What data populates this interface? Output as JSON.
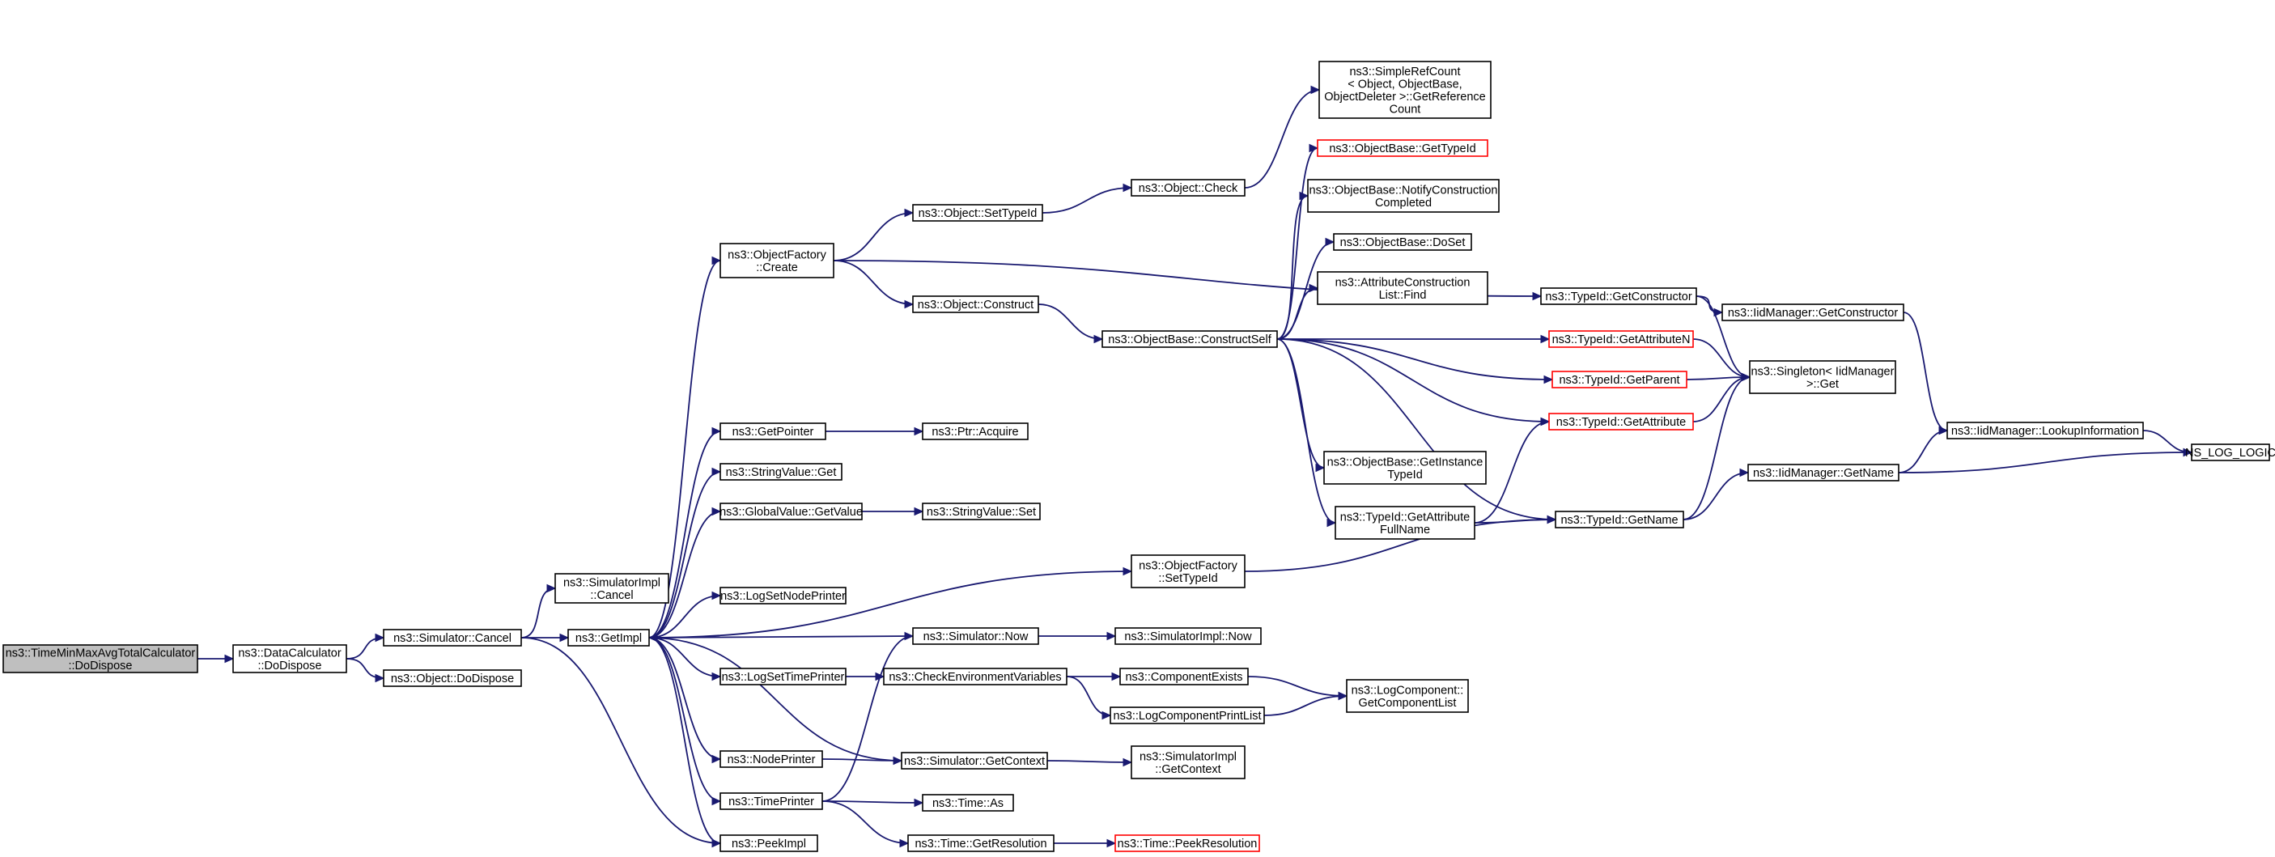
{
  "colors": {
    "edge": "#191970",
    "normal_border": "#000000",
    "link_border": "#ff0000",
    "root_fill": "#bfbfbf",
    "fill": "#ffffff"
  },
  "nodes": [
    {
      "id": "root",
      "lines": [
        "ns3::TimeMinMaxAvgTotalCalculator",
        "::DoDispose"
      ],
      "style": "root"
    },
    {
      "id": "dc_dodispose",
      "lines": [
        "ns3::DataCalculator",
        "::DoDispose"
      ],
      "style": "normal"
    },
    {
      "id": "sim_cancel",
      "lines": [
        "ns3::Simulator::Cancel"
      ],
      "style": "normal"
    },
    {
      "id": "obj_dodispose",
      "lines": [
        "ns3::Object::DoDispose"
      ],
      "style": "normal"
    },
    {
      "id": "simimpl_cancel",
      "lines": [
        "ns3::SimulatorImpl",
        "::Cancel"
      ],
      "style": "normal"
    },
    {
      "id": "getimpl",
      "lines": [
        "ns3::GetImpl"
      ],
      "style": "normal"
    },
    {
      "id": "peekimpl",
      "lines": [
        "ns3::PeekImpl"
      ],
      "style": "normal"
    },
    {
      "id": "of_create",
      "lines": [
        "ns3::ObjectFactory",
        "::Create"
      ],
      "style": "normal"
    },
    {
      "id": "getpointer",
      "lines": [
        "ns3::GetPointer"
      ],
      "style": "normal"
    },
    {
      "id": "strval_get",
      "lines": [
        "ns3::StringValue::Get"
      ],
      "style": "normal"
    },
    {
      "id": "gv_getvalue",
      "lines": [
        "ns3::GlobalValue::GetValue"
      ],
      "style": "normal"
    },
    {
      "id": "logsetnodeprinter",
      "lines": [
        "ns3::LogSetNodePrinter"
      ],
      "style": "normal"
    },
    {
      "id": "logsettimeprinter",
      "lines": [
        "ns3::LogSetTimePrinter"
      ],
      "style": "normal"
    },
    {
      "id": "nodeprinter",
      "lines": [
        "ns3::NodePrinter"
      ],
      "style": "normal"
    },
    {
      "id": "timeprinter",
      "lines": [
        "ns3::TimePrinter"
      ],
      "style": "normal"
    },
    {
      "id": "obj_settypeid",
      "lines": [
        "ns3::Object::SetTypeId"
      ],
      "style": "normal"
    },
    {
      "id": "obj_construct",
      "lines": [
        "ns3::Object::Construct"
      ],
      "style": "normal"
    },
    {
      "id": "ptr_acquire",
      "lines": [
        "ns3::Ptr::Acquire"
      ],
      "style": "normal"
    },
    {
      "id": "strval_set",
      "lines": [
        "ns3::StringValue::Set"
      ],
      "style": "normal"
    },
    {
      "id": "sim_now",
      "lines": [
        "ns3::Simulator::Now"
      ],
      "style": "normal"
    },
    {
      "id": "checkenv",
      "lines": [
        "ns3::CheckEnvironmentVariables"
      ],
      "style": "normal"
    },
    {
      "id": "sim_getcontext",
      "lines": [
        "ns3::Simulator::GetContext"
      ],
      "style": "normal"
    },
    {
      "id": "time_as",
      "lines": [
        "ns3::Time::As"
      ],
      "style": "normal"
    },
    {
      "id": "time_getresolution",
      "lines": [
        "ns3::Time::GetResolution"
      ],
      "style": "normal"
    },
    {
      "id": "obj_check",
      "lines": [
        "ns3::Object::Check"
      ],
      "style": "normal"
    },
    {
      "id": "of_settypeid",
      "lines": [
        "ns3::ObjectFactory",
        "::SetTypeId"
      ],
      "style": "normal"
    },
    {
      "id": "simimpl_now",
      "lines": [
        "ns3::SimulatorImpl::Now"
      ],
      "style": "normal"
    },
    {
      "id": "comp_exists",
      "lines": [
        "ns3::ComponentExists"
      ],
      "style": "normal"
    },
    {
      "id": "logcomp_printlist",
      "lines": [
        "ns3::LogComponentPrintList"
      ],
      "style": "normal"
    },
    {
      "id": "simimpl_getcontext",
      "lines": [
        "ns3::SimulatorImpl",
        "::GetContext"
      ],
      "style": "normal"
    },
    {
      "id": "time_peekresolution",
      "lines": [
        "ns3::Time::PeekResolution"
      ],
      "style": "link"
    },
    {
      "id": "simplerefcount",
      "lines": [
        "ns3::SimpleRefCount",
        "< Object, ObjectBase,",
        "ObjectDeleter >::GetReference",
        "Count"
      ],
      "style": "normal"
    },
    {
      "id": "ob_gettypeid",
      "lines": [
        "ns3::ObjectBase::GetTypeId"
      ],
      "style": "link"
    },
    {
      "id": "ob_notifyconstruction",
      "lines": [
        "ns3::ObjectBase::NotifyConstruction",
        "Completed"
      ],
      "style": "normal"
    },
    {
      "id": "ob_doset",
      "lines": [
        "ns3::ObjectBase::DoSet"
      ],
      "style": "normal"
    },
    {
      "id": "attrconstr_find",
      "lines": [
        "ns3::AttributeConstruction",
        "List::Find"
      ],
      "style": "normal"
    },
    {
      "id": "ob_constructself",
      "lines": [
        "ns3::ObjectBase::ConstructSelf"
      ],
      "style": "normal"
    },
    {
      "id": "ob_getinstancetypeid",
      "lines": [
        "ns3::ObjectBase::GetInstance",
        "TypeId"
      ],
      "style": "normal"
    },
    {
      "id": "tid_getattrfullname",
      "lines": [
        "ns3::TypeId::GetAttribute",
        "FullName"
      ],
      "style": "normal"
    },
    {
      "id": "logcomp_getlist",
      "lines": [
        "ns3::LogComponent::",
        "GetComponentList"
      ],
      "style": "normal"
    },
    {
      "id": "tid_getconstructor",
      "lines": [
        "ns3::TypeId::GetConstructor"
      ],
      "style": "normal"
    },
    {
      "id": "tid_getattributen",
      "lines": [
        "ns3::TypeId::GetAttributeN"
      ],
      "style": "link"
    },
    {
      "id": "tid_getparent",
      "lines": [
        "ns3::TypeId::GetParent"
      ],
      "style": "link"
    },
    {
      "id": "tid_getattribute",
      "lines": [
        "ns3::TypeId::GetAttribute"
      ],
      "style": "link"
    },
    {
      "id": "tid_getname",
      "lines": [
        "ns3::TypeId::GetName"
      ],
      "style": "normal"
    },
    {
      "id": "iid_getconstructor",
      "lines": [
        "ns3::IidManager::GetConstructor"
      ],
      "style": "normal"
    },
    {
      "id": "singleton_get",
      "lines": [
        "ns3::Singleton< IidManager",
        " >::Get"
      ],
      "style": "normal"
    },
    {
      "id": "iid_getname",
      "lines": [
        "ns3::IidManager::GetName"
      ],
      "style": "normal"
    },
    {
      "id": "iid_lookupinfo",
      "lines": [
        "ns3::IidManager::LookupInformation"
      ],
      "style": "normal"
    },
    {
      "id": "ns_log_logic",
      "lines": [
        "NS_LOG_LOGIC"
      ],
      "style": "normal"
    }
  ],
  "edges": [
    [
      "root",
      "dc_dodispose"
    ],
    [
      "dc_dodispose",
      "sim_cancel"
    ],
    [
      "dc_dodispose",
      "obj_dodispose"
    ],
    [
      "sim_cancel",
      "simimpl_cancel"
    ],
    [
      "sim_cancel",
      "getimpl"
    ],
    [
      "sim_cancel",
      "peekimpl"
    ],
    [
      "getimpl",
      "of_create"
    ],
    [
      "getimpl",
      "getpointer"
    ],
    [
      "getimpl",
      "strval_get"
    ],
    [
      "getimpl",
      "gv_getvalue"
    ],
    [
      "getimpl",
      "of_settypeid"
    ],
    [
      "getimpl",
      "logsetnodeprinter"
    ],
    [
      "getimpl",
      "logsettimeprinter"
    ],
    [
      "getimpl",
      "nodeprinter"
    ],
    [
      "getimpl",
      "timeprinter"
    ],
    [
      "getimpl",
      "peekimpl"
    ],
    [
      "sim_now",
      "getimpl"
    ],
    [
      "sim_getcontext",
      "getimpl"
    ],
    [
      "of_create",
      "obj_settypeid"
    ],
    [
      "of_create",
      "obj_construct"
    ],
    [
      "of_create",
      "tid_getconstructor"
    ],
    [
      "obj_settypeid",
      "obj_check"
    ],
    [
      "obj_check",
      "simplerefcount"
    ],
    [
      "obj_construct",
      "ob_constructself"
    ],
    [
      "getpointer",
      "ptr_acquire"
    ],
    [
      "gv_getvalue",
      "strval_set"
    ],
    [
      "of_settypeid",
      "tid_getname"
    ],
    [
      "logsettimeprinter",
      "checkenv"
    ],
    [
      "nodeprinter",
      "sim_getcontext"
    ],
    [
      "timeprinter",
      "sim_now"
    ],
    [
      "timeprinter",
      "time_as"
    ],
    [
      "timeprinter",
      "time_getresolution"
    ],
    [
      "sim_now",
      "simimpl_now"
    ],
    [
      "checkenv",
      "comp_exists"
    ],
    [
      "checkenv",
      "logcomp_printlist"
    ],
    [
      "sim_getcontext",
      "simimpl_getcontext"
    ],
    [
      "time_getresolution",
      "time_peekresolution"
    ],
    [
      "comp_exists",
      "logcomp_getlist"
    ],
    [
      "logcomp_printlist",
      "logcomp_getlist"
    ],
    [
      "ob_constructself",
      "ob_gettypeid"
    ],
    [
      "ob_constructself",
      "ob_notifyconstruction"
    ],
    [
      "ob_constructself",
      "ob_doset"
    ],
    [
      "ob_constructself",
      "attrconstr_find"
    ],
    [
      "ob_constructself",
      "tid_getattributen"
    ],
    [
      "ob_constructself",
      "tid_getparent"
    ],
    [
      "ob_constructself",
      "tid_getattribute"
    ],
    [
      "ob_constructself",
      "ob_getinstancetypeid"
    ],
    [
      "ob_constructself",
      "tid_getattrfullname"
    ],
    [
      "ob_constructself",
      "tid_getname"
    ],
    [
      "tid_getattrfullname",
      "tid_getattribute"
    ],
    [
      "tid_getattrfullname",
      "tid_getname"
    ],
    [
      "tid_getconstructor",
      "iid_getconstructor"
    ],
    [
      "tid_getconstructor",
      "singleton_get"
    ],
    [
      "tid_getattributen",
      "singleton_get"
    ],
    [
      "tid_getparent",
      "singleton_get"
    ],
    [
      "tid_getattribute",
      "singleton_get"
    ],
    [
      "tid_getname",
      "singleton_get"
    ],
    [
      "tid_getname",
      "iid_getname"
    ],
    [
      "iid_getconstructor",
      "iid_lookupinfo"
    ],
    [
      "iid_getname",
      "iid_lookupinfo"
    ],
    [
      "iid_getname",
      "ns_log_logic"
    ],
    [
      "iid_lookupinfo",
      "ns_log_logic"
    ]
  ]
}
